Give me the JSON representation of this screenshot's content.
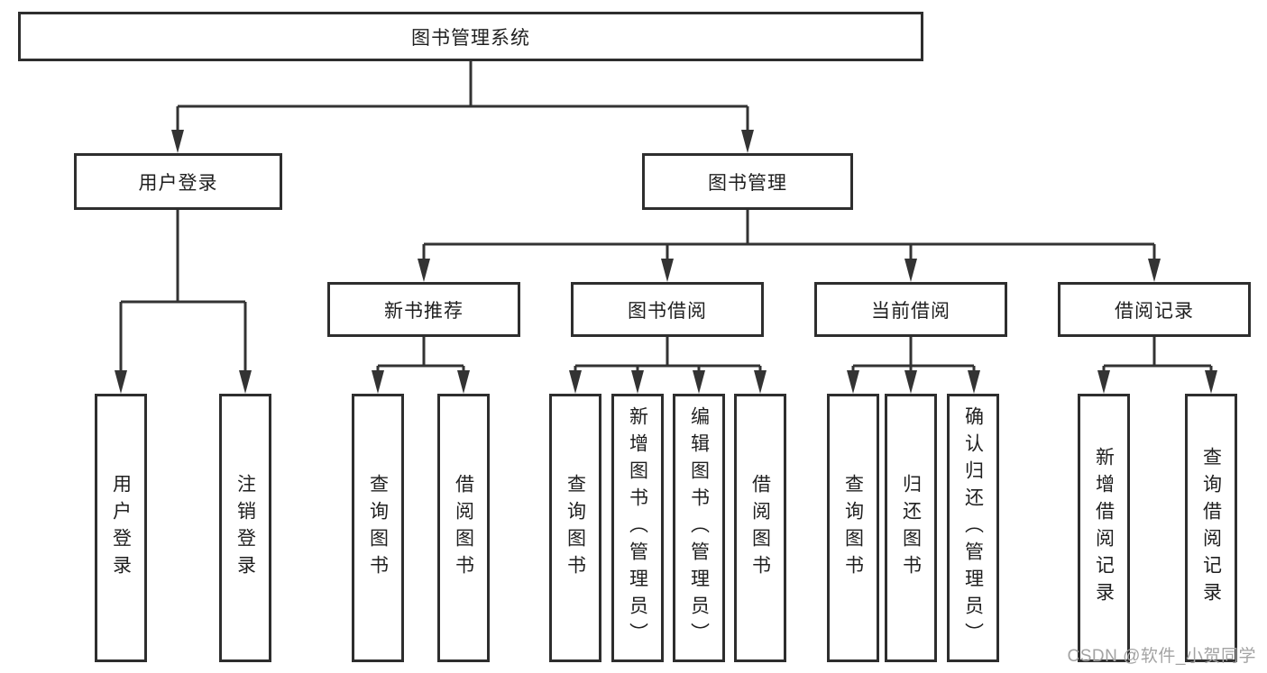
{
  "diagram": {
    "root": {
      "label": "图书管理系统"
    },
    "level2": [
      {
        "label": "用户登录"
      },
      {
        "label": "图书管理"
      }
    ],
    "level3": [
      {
        "label": "新书推荐"
      },
      {
        "label": "图书借阅"
      },
      {
        "label": "当前借阅"
      },
      {
        "label": "借阅记录"
      }
    ],
    "leaves": {
      "user_login": [
        "用户登录",
        "注销登录"
      ],
      "new_book": [
        "查询图书",
        "借阅图书"
      ],
      "book_borrow": [
        "查询图书",
        "新增图书（管理员）",
        "编辑图书（管理员）",
        "借阅图书"
      ],
      "current_borrow": [
        "查询图书",
        "归还图书",
        "确认归还（管理员）"
      ],
      "borrow_record": [
        "新增借阅记录",
        "查询借阅记录"
      ]
    },
    "watermark": "CSDN @软件_小贺同学",
    "colors": {
      "background": "#ffffff",
      "box_border": "#2e2e2e",
      "line": "#333333",
      "text": "#1f1f1f",
      "watermark": "#a3a3a3"
    }
  }
}
